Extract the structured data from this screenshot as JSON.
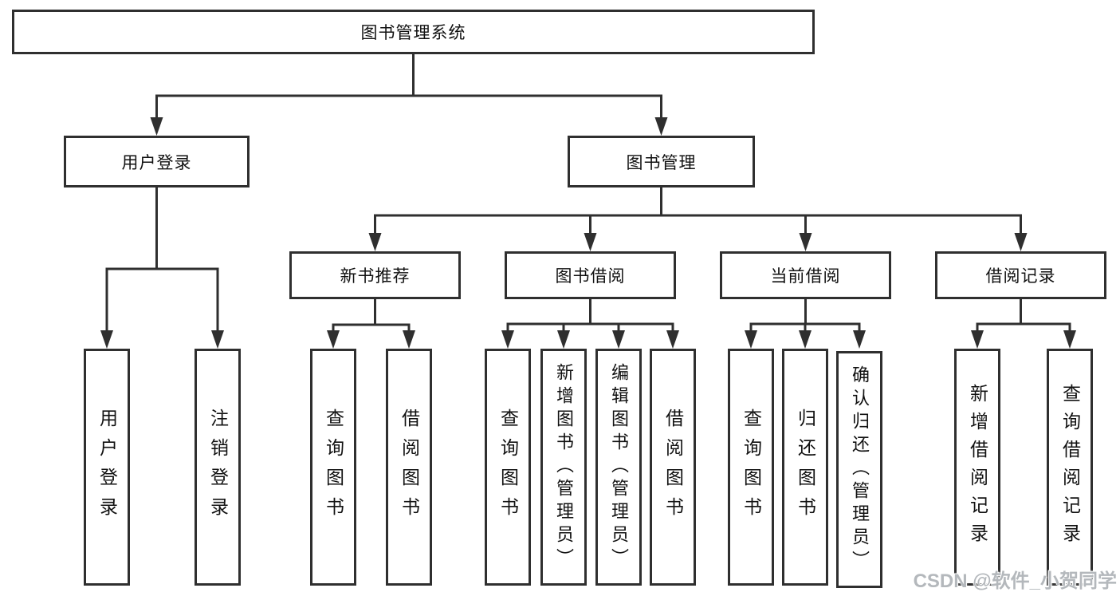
{
  "diagram": {
    "root": "图书管理系统",
    "branches": {
      "user_login": "用户登录",
      "book_management": "图书管理"
    },
    "modules": {
      "new_book_recommend": "新书推荐",
      "book_borrow": "图书借阅",
      "current_borrow": "当前借阅",
      "borrow_records": "借阅记录"
    },
    "leaves": {
      "user_login": [
        "用户登录",
        "注销登录"
      ],
      "new_book_recommend": [
        "查询图书",
        "借阅图书"
      ],
      "book_borrow": [
        "查询图书",
        "新增图书（管理员）",
        "编辑图书（管理员）",
        "借阅图书"
      ],
      "current_borrow": [
        "查询图书",
        "归还图书",
        "确认归还（管理员）"
      ],
      "borrow_records": [
        "新增借阅记录",
        "查询借阅记录"
      ]
    },
    "watermark": "CSDN @软件_小贺同学",
    "colors": {
      "line": "#2f2f2f",
      "box_border": "#2f2f2f",
      "box_fill": "#ffffff",
      "text": "#111111",
      "watermark": "#b4b8bc"
    }
  }
}
